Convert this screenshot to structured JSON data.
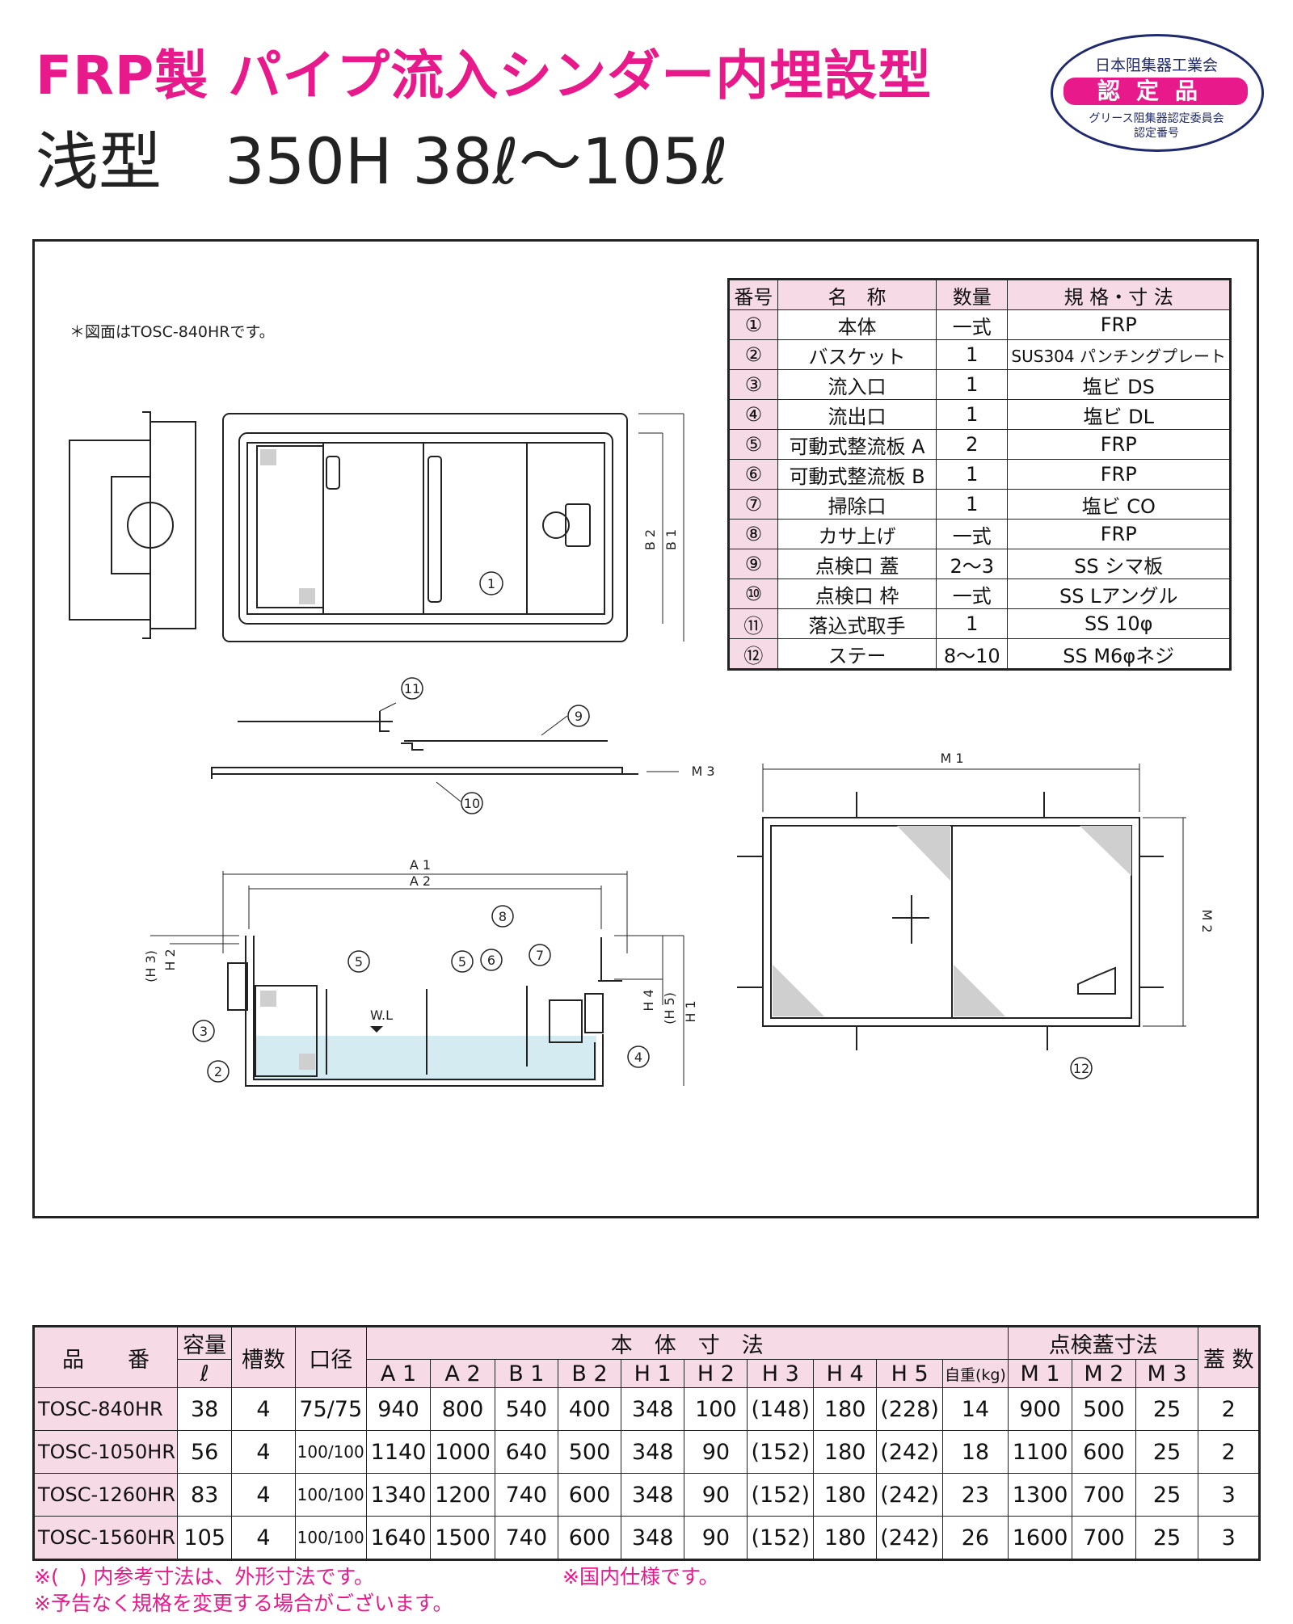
{
  "title": "FRP製 パイプ流入シンダー内埋設型",
  "subtitle": "浅型　350H  38ℓ～105ℓ",
  "certification": {
    "association": "日本阻集器工業会",
    "mark": "認定品",
    "committee": "グリース阻集器認定委員会",
    "number_label": "認定番号"
  },
  "drawing_note": "＊図面はTOSC-840HRです。",
  "parts_table": {
    "headers": [
      "番号",
      "名　称",
      "数量",
      "規 格・寸 法"
    ],
    "rows": [
      {
        "no": "①",
        "name": "本体",
        "qty": "一式",
        "spec": "FRP"
      },
      {
        "no": "②",
        "name": "バスケット",
        "qty": "1",
        "spec": "SUS304 パンチングプレート"
      },
      {
        "no": "③",
        "name": "流入口",
        "qty": "1",
        "spec": "塩ビ DS"
      },
      {
        "no": "④",
        "name": "流出口",
        "qty": "1",
        "spec": "塩ビ DL"
      },
      {
        "no": "⑤",
        "name": "可動式整流板 A",
        "qty": "2",
        "spec": "FRP"
      },
      {
        "no": "⑥",
        "name": "可動式整流板 B",
        "qty": "1",
        "spec": "FRP"
      },
      {
        "no": "⑦",
        "name": "掃除口",
        "qty": "1",
        "spec": "塩ビ CO"
      },
      {
        "no": "⑧",
        "name": "カサ上げ",
        "qty": "一式",
        "spec": "FRP"
      },
      {
        "no": "⑨",
        "name": "点検口 蓋",
        "qty": "2～3",
        "spec": "SS シマ板"
      },
      {
        "no": "⑩",
        "name": "点検口 枠",
        "qty": "一式",
        "spec": "SS Lアングル"
      },
      {
        "no": "⑪",
        "name": "落込式取手",
        "qty": "1",
        "spec": "SS 10φ"
      },
      {
        "no": "⑫",
        "name": "ステー",
        "qty": "8～10",
        "spec": "SS M6φネジ"
      }
    ]
  },
  "drawing_labels": {
    "b2": "B 2",
    "b1": "B 1",
    "a1": "A 1",
    "a2": "A 2",
    "h2": "H 2",
    "h3": "(H 3)",
    "h4": "H 4",
    "h5": "(H 5)",
    "h1": "H 1",
    "m1": "M 1",
    "m2": "M 2",
    "m3": "M 3",
    "wl": "W.L",
    "c1": "1",
    "c2": "2",
    "c3": "3",
    "c4": "4",
    "c5": "5",
    "c6": "6",
    "c7": "7",
    "c8": "8",
    "c9": "9",
    "c10": "10",
    "c11": "11",
    "c12": "12"
  },
  "spec_table": {
    "h_product": "品　　番",
    "h_capacity": "容量",
    "h_capacity_unit": "ℓ",
    "h_tanks": "槽数",
    "h_diameter": "口径",
    "h_body": "本　体　寸　法",
    "h_cover": "点検蓋寸法",
    "h_count": "蓋 数",
    "sub": [
      "A 1",
      "A 2",
      "B 1",
      "B 2",
      "H 1",
      "H 2",
      "H 3",
      "H 4",
      "H 5",
      "自重(kg)",
      "M 1",
      "M 2",
      "M 3"
    ],
    "rows": [
      {
        "id": "TOSC-840HR",
        "cap": "38",
        "tanks": "4",
        "dia": "75/75",
        "a1": "940",
        "a2": "800",
        "b1": "540",
        "b2": "400",
        "h1": "348",
        "h2": "100",
        "h3": "(148)",
        "h4": "180",
        "h5": "(228)",
        "w": "14",
        "m1": "900",
        "m2": "500",
        "m3": "25",
        "n": "2"
      },
      {
        "id": "TOSC-1050HR",
        "cap": "56",
        "tanks": "4",
        "dia": "100/100",
        "a1": "1140",
        "a2": "1000",
        "b1": "640",
        "b2": "500",
        "h1": "348",
        "h2": "90",
        "h3": "(152)",
        "h4": "180",
        "h5": "(242)",
        "w": "18",
        "m1": "1100",
        "m2": "600",
        "m3": "25",
        "n": "2"
      },
      {
        "id": "TOSC-1260HR",
        "cap": "83",
        "tanks": "4",
        "dia": "100/100",
        "a1": "1340",
        "a2": "1200",
        "b1": "740",
        "b2": "600",
        "h1": "348",
        "h2": "90",
        "h3": "(152)",
        "h4": "180",
        "h5": "(242)",
        "w": "23",
        "m1": "1300",
        "m2": "700",
        "m3": "25",
        "n": "3"
      },
      {
        "id": "TOSC-1560HR",
        "cap": "105",
        "tanks": "4",
        "dia": "100/100",
        "a1": "1640",
        "a2": "1500",
        "b1": "740",
        "b2": "600",
        "h1": "348",
        "h2": "90",
        "h3": "(152)",
        "h4": "180",
        "h5": "(242)",
        "w": "26",
        "m1": "1600",
        "m2": "700",
        "m3": "25",
        "n": "3"
      }
    ]
  },
  "footnotes": [
    "※(　) 内参考寸法は、外形寸法です。",
    "※予告なく規格を変更する場合がございます。",
    "※国内仕様です。"
  ]
}
